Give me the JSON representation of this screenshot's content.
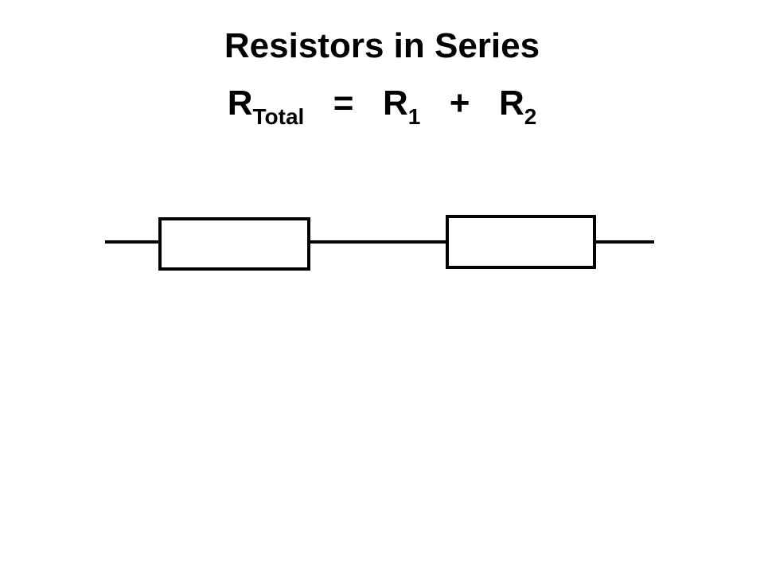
{
  "slide": {
    "title": "Resistors in Series",
    "formula": {
      "lhs_main": "R",
      "lhs_sub": "Total",
      "equals": "=",
      "term1_main": "R",
      "term1_sub": "1",
      "plus": "+",
      "term2_main": "R",
      "term2_sub": "2"
    }
  },
  "diagram": {
    "type": "series-circuit",
    "resistor_count": 2,
    "stroke_color": "#000000",
    "background_color": "#ffffff"
  }
}
